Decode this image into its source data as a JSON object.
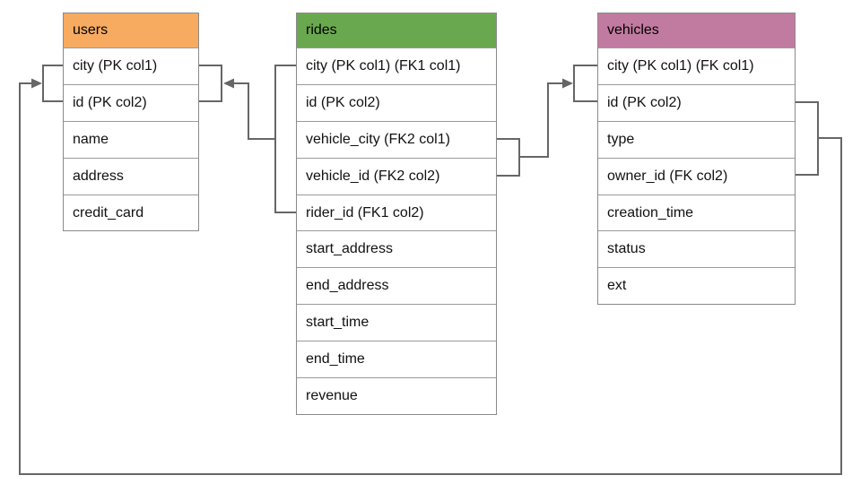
{
  "diagram": {
    "line_color": "#666666",
    "border_color": "#8a8a8a",
    "text_color": "#111111"
  },
  "tables": [
    {
      "title": "users",
      "header_color": "#F6AB61",
      "rows": [
        "city (PK col1)",
        "id (PK col2)",
        "name",
        "address",
        "credit_card"
      ]
    },
    {
      "title": "rides",
      "header_color": "#6AA84F",
      "rows": [
        "city (PK col1) (FK1 col1)",
        "id (PK col2)",
        "vehicle_city (FK2 col1)",
        "vehicle_id (FK2 col2)",
        "rider_id (FK1 col2)",
        "start_address",
        "end_address",
        "start_time",
        "end_time",
        "revenue"
      ]
    },
    {
      "title": "vehicles",
      "header_color": "#C27BA0",
      "rows": [
        "city (PK col1) (FK col1)",
        "id (PK col2)",
        "type",
        "owner_id (FK col2)",
        "creation_time",
        "status",
        "ext"
      ]
    }
  ],
  "relationships": [
    {
      "name": "rides-to-users",
      "from": "rides(city, rider_id)",
      "to": "users(city, id)",
      "key": "FK1"
    },
    {
      "name": "rides-to-vehicles",
      "from": "rides(vehicle_city, vehicle_id)",
      "to": "vehicles(city, id)",
      "key": "FK2"
    },
    {
      "name": "vehicles-to-users",
      "from": "vehicles(id, owner_id)",
      "to": "users(city, id)",
      "key": "FK"
    }
  ]
}
